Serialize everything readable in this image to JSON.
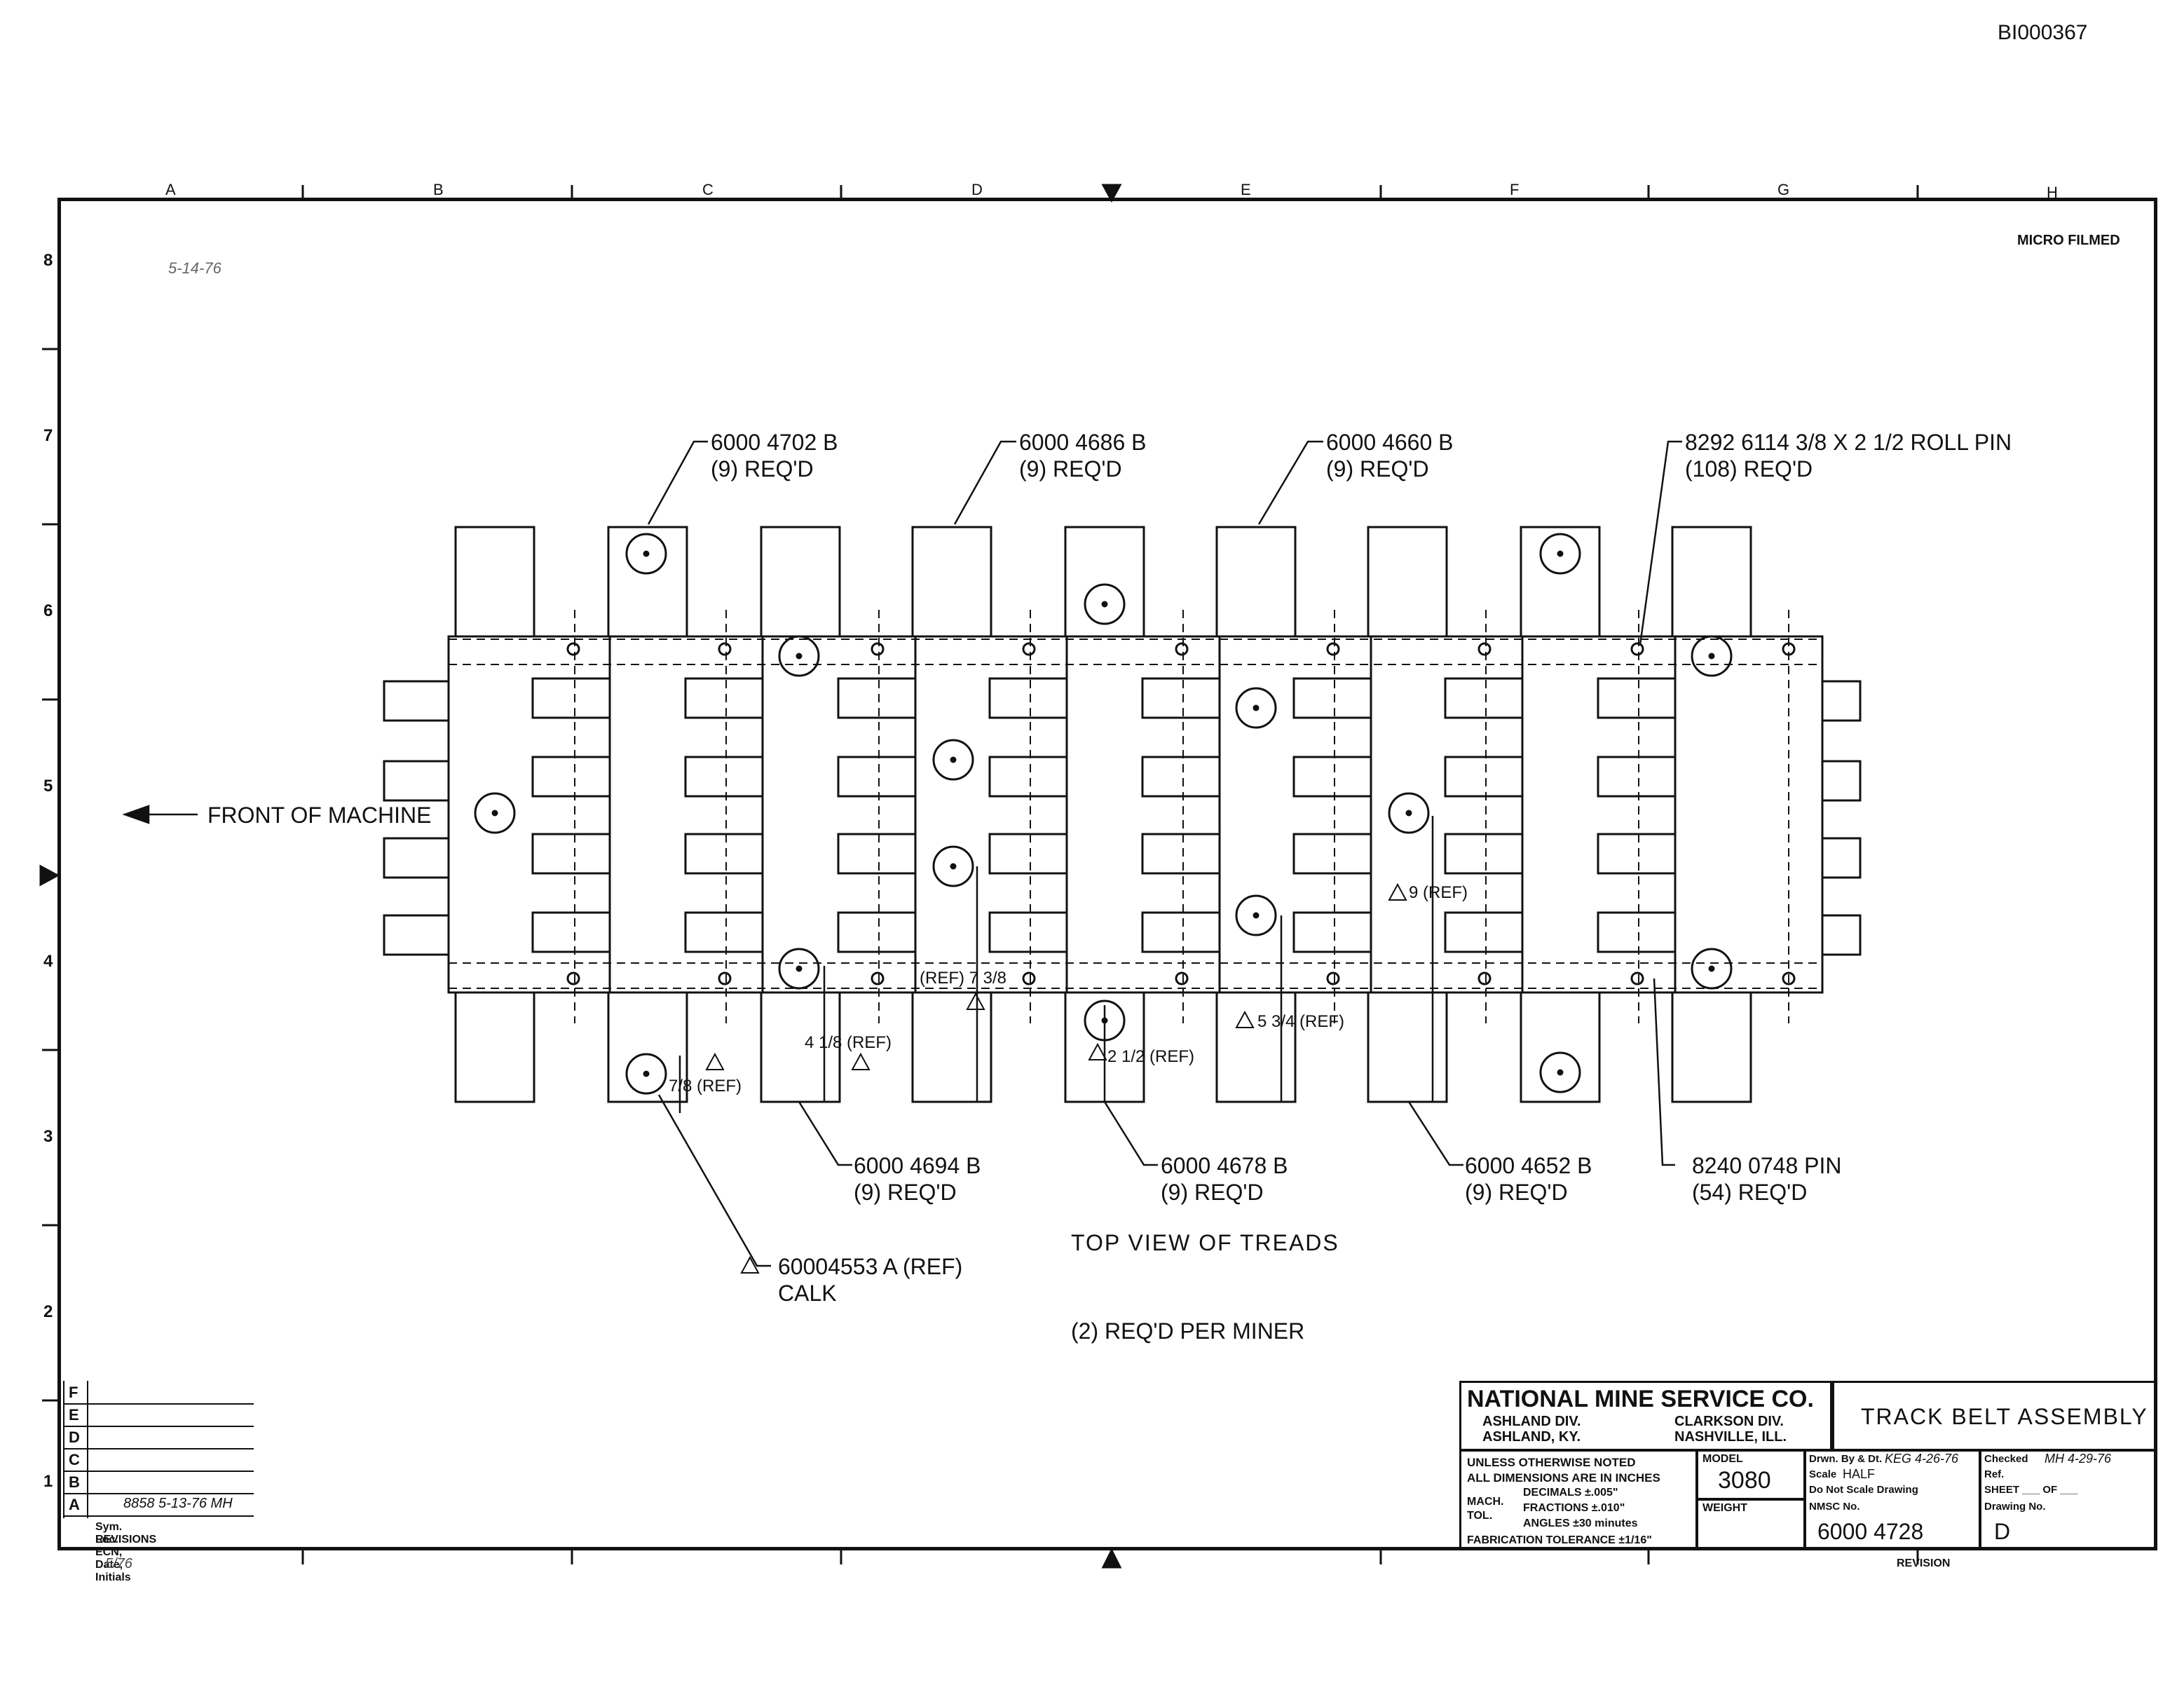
{
  "document_id": "BI000367",
  "micro_stamp": "MICRO FILMED",
  "zones": {
    "letters": [
      "A",
      "B",
      "C",
      "D",
      "E",
      "F",
      "G",
      "H"
    ],
    "numbers": [
      "8",
      "7",
      "6",
      "5",
      "4",
      "3",
      "2",
      "1"
    ]
  },
  "callouts": {
    "c1": {
      "part": "6000 4702 B",
      "qty": "(9) REQ'D"
    },
    "c2": {
      "part": "6000 4686 B",
      "qty": "(9) REQ'D"
    },
    "c3": {
      "part": "6000 4660 B",
      "qty": "(9) REQ'D"
    },
    "c4": {
      "part": "8292 6114 3/8 X 2 1/2 ROLL PIN",
      "qty": "(108) REQ'D"
    },
    "c5": {
      "part": "6000 4694 B",
      "qty": "(9) REQ'D"
    },
    "c6": {
      "part": "6000 4678 B",
      "qty": "(9) REQ'D"
    },
    "c7": {
      "part": "6000 4652 B",
      "qty": "(9) REQ'D"
    },
    "c8": {
      "part": "8240 0748 PIN",
      "qty": "(54) REQ'D"
    },
    "c9": {
      "part": "60004553 A (REF)",
      "qty": "CALK"
    }
  },
  "dimensions": {
    "d1": "(REF) 7 3/8",
    "d2": "4 1/8 (REF)",
    "d3": "2 1/2 (REF)",
    "d4": "5 3/4 (REF)",
    "d5": "9 (REF)",
    "d6": "7/8 (REF)"
  },
  "front_label": "FRONT OF MACHINE",
  "view_title": "TOP VIEW OF TREADS",
  "per_miner": "(2) REQ'D PER MINER",
  "revisions": {
    "letters": [
      "F",
      "E",
      "D",
      "C",
      "B",
      "A"
    ],
    "entry_a": "8858 5-13-76 MH",
    "header_1": "Sym. Loc. ECN, Date, Initials",
    "header_2": "REVISIONS"
  },
  "title_block": {
    "company": "NATIONAL MINE SERVICE CO.",
    "div_left_1": "ASHLAND DIV.",
    "div_left_2": "ASHLAND, KY.",
    "div_right_1": "CLARKSON DIV.",
    "div_right_2": "NASHVILLE, ILL.",
    "title": "TRACK BELT ASSEMBLY",
    "notes_1": "UNLESS OTHERWISE NOTED",
    "notes_2": "ALL DIMENSIONS ARE IN INCHES",
    "tol_label": "MACH. TOL.",
    "tol_1": "DECIMALS ±.005\"",
    "tol_2": "FRACTIONS ±.010\"",
    "tol_3": "ANGLES ±30 minutes",
    "fab_tol": "FABRICATION TOLERANCE ±1/16\"",
    "model_label": "MODEL",
    "model": "3080",
    "weight_label": "WEIGHT",
    "drawn_label": "Drwn. By & Dt.",
    "drawn_value": "KEG 4-26-76",
    "checked_label": "Checked",
    "checked_value": "MH 4-29-76",
    "scale_label": "Scale",
    "scale_value": "HALF",
    "ref_label": "Ref.",
    "do_not_scale": "Do Not Scale Drawing",
    "sheet_label": "SHEET ___ OF ___",
    "nmsc_label": "NMSC No.",
    "nmsc_value": "6000 4728",
    "drawing_label": "Drawing No.",
    "drawing_value": "D",
    "revision_label": "REVISION"
  },
  "margin_notes": {
    "top_left": "5-14-76",
    "bottom_left": "5/76"
  }
}
